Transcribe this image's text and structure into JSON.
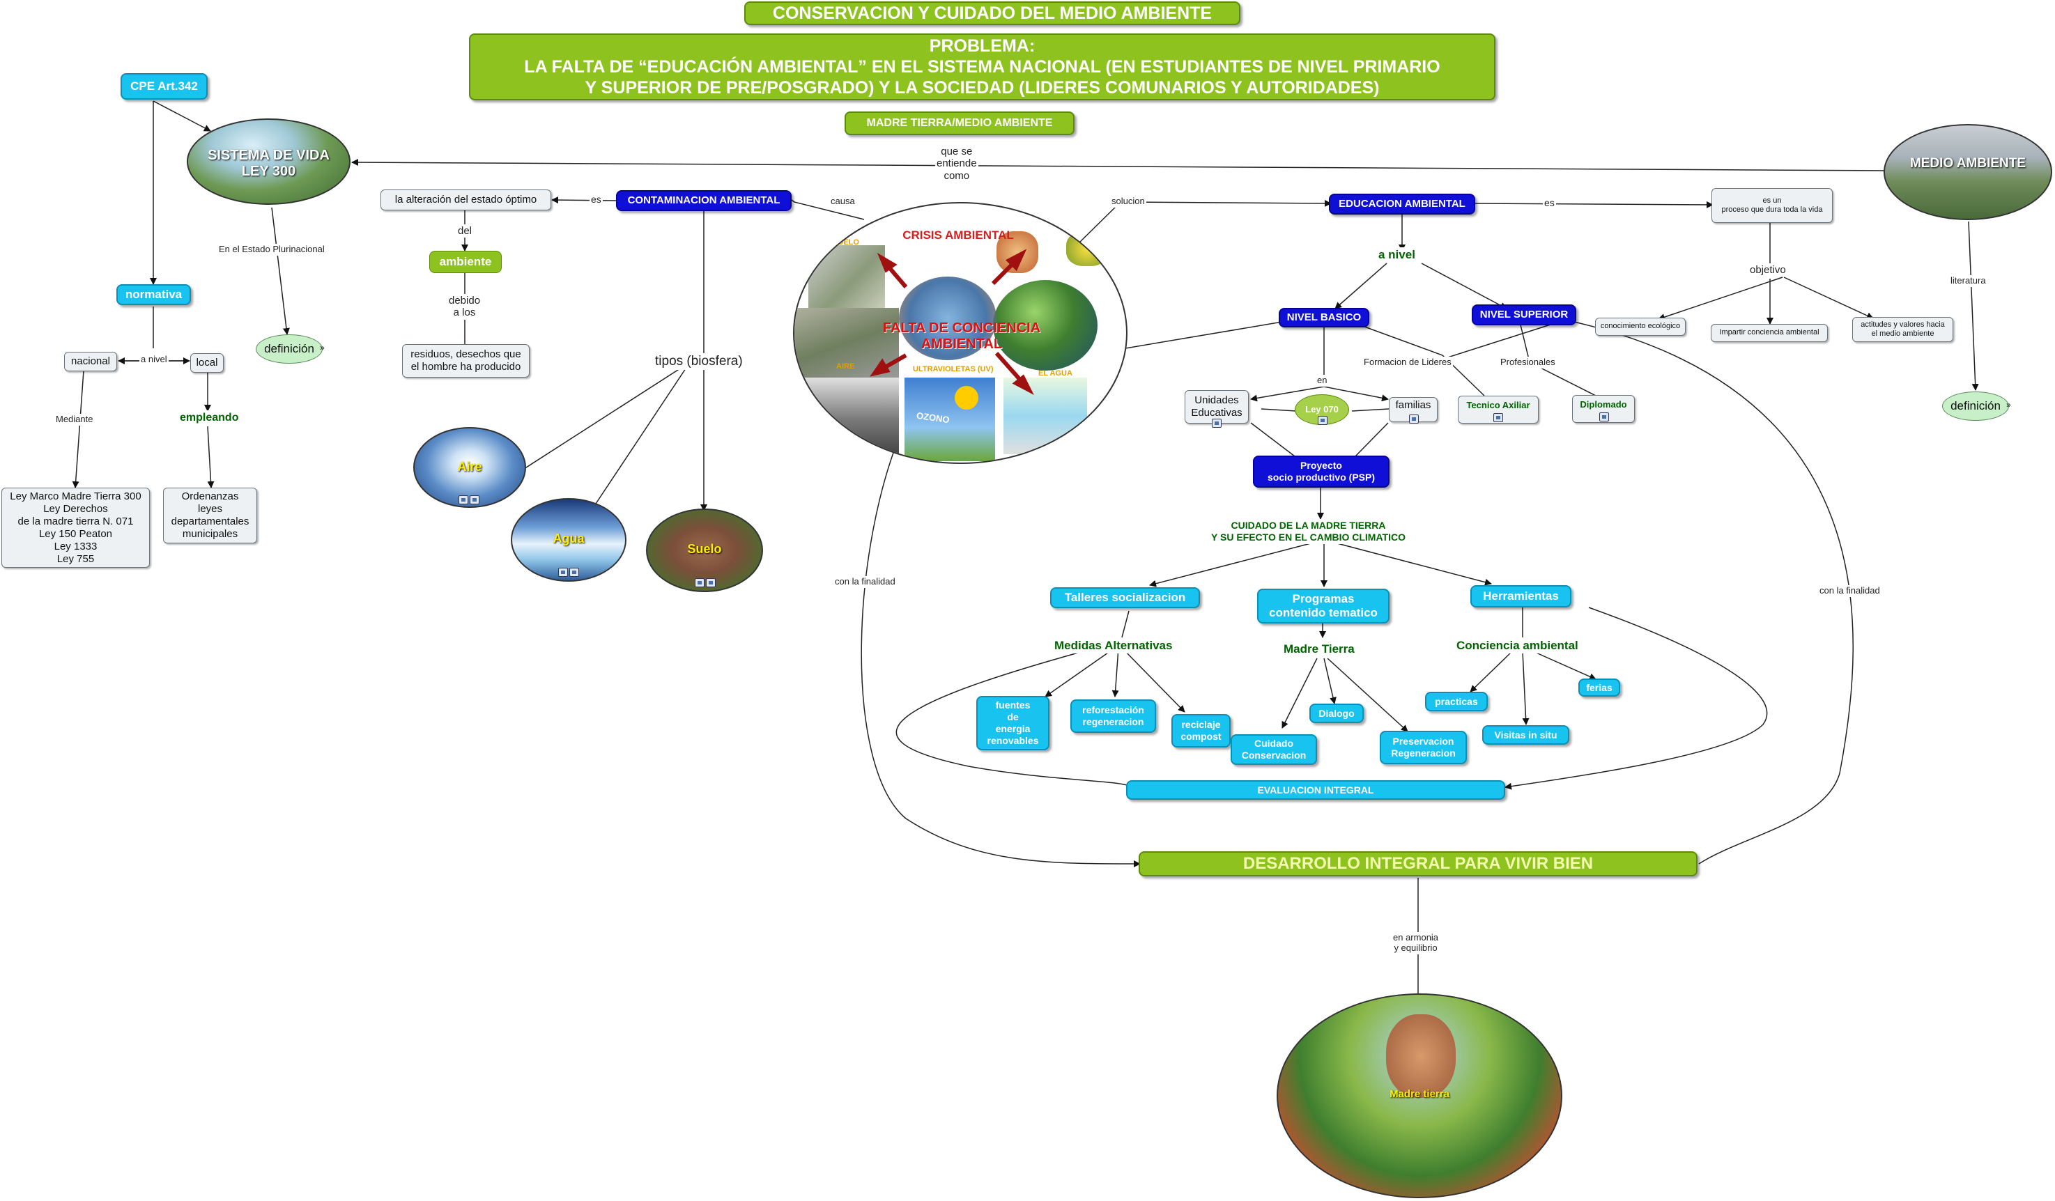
{
  "title": "CONSERVACION Y CUIDADO DEL MEDIO AMBIENTE",
  "problema": "PROBLEMA:\nLA FALTA DE “EDUCACIÓN AMBIENTAL” EN EL SISTEMA NACIONAL (EN ESTUDIANTES DE NIVEL PRIMARIO\nY SUPERIOR DE PRE/POSGRADO)  Y LA SOCIEDAD (LIDERES COMUNARIOS Y AUTORIDADES)",
  "madre_tierra_medio": "MADRE TIERRA/MEDIO AMBIENTE",
  "que_se_entiende": "que se\nentiende\ncomo",
  "cpe": "CPE Art.342",
  "sistema_vida": "SISTEMA DE VIDA\nLEY 300",
  "en_estado": "En el Estado Plurinacional",
  "definicion_left": "definición",
  "normativa": "normativa",
  "nacional": "nacional",
  "a_nivel_small": "a nivel",
  "local": "local",
  "mediante": "Mediante",
  "empleando": "empleando",
  "leyes_list": "Ley Marco Madre Tierra 300\nLey Derechos\nde la madre tierra N. 071\nLey 150 Peaton\nLey 1333\nLey 755",
  "ordenanzas": "Ordenanzas\nleyes\ndepartamentales\nmunicipales",
  "alteracion": "la alteración del estado óptimo",
  "es_left": "es",
  "contaminacion": "CONTAMINACION AMBIENTAL",
  "causa": "causa",
  "del": "del",
  "ambiente": "ambiente",
  "debido": "debido\na los",
  "residuos": "residuos, desechos que\nel hombre ha producido",
  "tipos": "tipos (biosfera)",
  "aire": "Aire",
  "agua": "Agua",
  "suelo": "Suelo",
  "crisis": {
    "title": "CRISIS AMBIENTAL",
    "center": "FALTA DE CONCIENCIA\nAMBIENTAL",
    "suelo": "SUELO",
    "aire": "AIRE",
    "uv": "ULTRAVIOLETAS (UV)",
    "agua": "EL AGUA",
    "ozono": "OZONO"
  },
  "solucion": "solucion",
  "educacion": "EDUCACION AMBIENTAL",
  "es_right": "es",
  "es_un": "es un\nproceso que dura toda la vida",
  "objetivo": "objetivo",
  "conocimiento": "conocimiento ecológico",
  "impartir": "Impartir conciencia ambiental",
  "actitudes": "actitudes y valores hacia\nel medio ambiente",
  "a_nivel": "a nivel",
  "nivel_basico": "NIVEL BASICO",
  "nivel_superior": "NIVEL SUPERIOR",
  "formacion": "Formacion de Lideres",
  "profesionales": "Profesionales",
  "en": "en",
  "unidades": "Unidades\nEducativas",
  "ley070": "Ley  070",
  "familias": "familias",
  "tecnico": "Tecnico Axiliar",
  "diplomado": "Diplomado",
  "proyecto": "Proyecto\nsocio productivo (PSP)",
  "cuidado_mt": "CUIDADO DE LA MADRE TIERRA\nY SU EFECTO EN EL CAMBIO CLIMATICO",
  "talleres": "Talleres socializacion",
  "programas": "Programas\ncontenido tematico",
  "herramientas": "Herramientas",
  "medidas": "Medidas Alternativas",
  "madre_tierra_lbl": "Madre Tierra",
  "conciencia": "Conciencia ambiental",
  "fuentes": "fuentes\nde\nenergia\nrenovables",
  "reforestacion": "reforestación\nregeneracion",
  "reciclaje": "reciclaje\ncompost",
  "cuidado_cons": "Cuidado\nConservacion",
  "dialogo": "Dialogo",
  "preservacion": "Preservacion\nRegeneracion",
  "practicas": "practicas",
  "visitas": "Visitas in situ",
  "ferias": "ferias",
  "evaluacion": "EVALUACION INTEGRAL",
  "finalidad_left": "con la finalidad",
  "finalidad_right": "con la finalidad",
  "desarrollo": "DESARROLLO INTEGRAL PARA VIVIR BIEN",
  "armonia": "en armonia\ny equilibrio",
  "madre_tierra_img": "Madre tierra",
  "medio_ambiente": "MEDIO AMBIENTE",
  "literatura": "literatura",
  "definicion_right": "definición"
}
